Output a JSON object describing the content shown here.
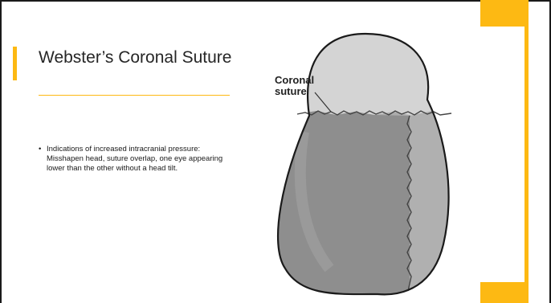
{
  "slide": {
    "title": "Webster’s Coronal Suture",
    "bullets": [
      "Indications of increased intracranial pressure: Misshapen head, suture overlap, one eye appearing lower than the other without a head tilt."
    ],
    "bullet_marker": "•"
  },
  "figure": {
    "callout_line1": "Coronal",
    "callout_line2": "suture"
  },
  "colors": {
    "accent": "#fdb913",
    "skull_top": "#d4d4d4",
    "skull_left": "#8e8e8e",
    "skull_right": "#acacac",
    "outline": "#1a1a1a"
  }
}
